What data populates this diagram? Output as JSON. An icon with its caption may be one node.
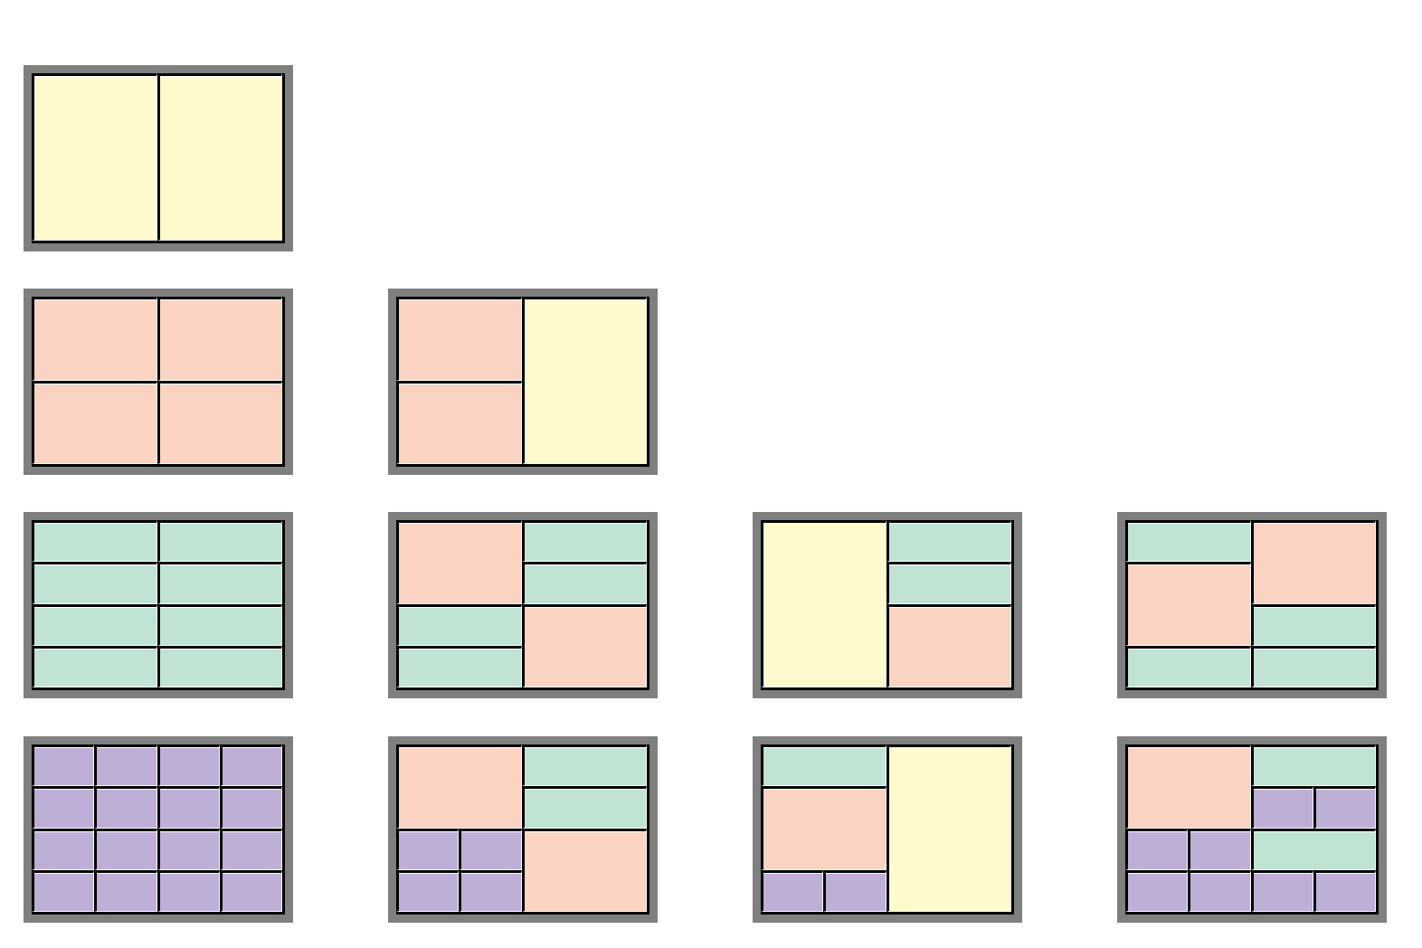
{
  "diagram": {
    "nodes": [
      {
        "text": [],
        "shape": "box"
      },
      {
        "text": [],
        "shape": "box",
        "in": 0
      },
      {
        "text": [],
        "shape": "box",
        "in": 0
      },
      {
        "text": [],
        "shape": "box"
      },
      {
        "text": [],
        "shape": "box",
        "in": 3
      },
      {
        "text": [],
        "shape": "box",
        "in": 3
      },
      {
        "text": [],
        "shape": "box",
        "in": 3
      },
      {
        "text": [],
        "shape": "box",
        "in": 3
      },
      {
        "text": [],
        "shape": "box"
      },
      {
        "text": [],
        "shape": "box",
        "in": 8
      },
      {
        "text": [],
        "shape": "box",
        "in": 8
      },
      {
        "text": [],
        "shape": "box",
        "in": 8
      },
      {
        "text": [],
        "shape": "box"
      },
      {
        "text": [],
        "shape": "box",
        "in": 12
      },
      {
        "text": [],
        "shape": "box",
        "in": 12
      },
      {
        "text": [],
        "shape": "box",
        "in": 12
      },
      {
        "text": [],
        "shape": "box",
        "in": 12
      },
      {
        "text": [],
        "shape": "box",
        "in": 12
      },
      {
        "text": [],
        "shape": "box",
        "in": 12
      },
      {
        "text": [],
        "shape": "box",
        "in": 12
      },
      {
        "text": [],
        "shape": "box",
        "in": 12
      },
      {
        "text": [],
        "shape": "box"
      },
      {
        "text": [],
        "shape": "box",
        "in": 21
      },
      {
        "text": [],
        "shape": "box",
        "in": 21
      },
      {
        "text": [],
        "shape": "box",
        "in": 21
      },
      {
        "text": [],
        "shape": "box",
        "in": 21
      },
      {
        "text": [],
        "shape": "box",
        "in": 21
      },
      {
        "text": [],
        "shape": "box",
        "in": 21
      },
      {
        "text": [],
        "shape": "box"
      },
      {
        "text": [],
        "shape": "box",
        "in": 28
      },
      {
        "text": [],
        "shape": "box",
        "in": 28
      },
      {
        "text": [],
        "shape": "box",
        "in": 28
      },
      {
        "text": [],
        "shape": "box",
        "in": 28
      },
      {
        "text": [],
        "shape": "box"
      },
      {
        "text": [],
        "shape": "box",
        "in": 33
      },
      {
        "text": [],
        "shape": "box",
        "in": 33
      },
      {
        "text": [],
        "shape": "box",
        "in": 33
      },
      {
        "text": [],
        "shape": "box",
        "in": 33
      },
      {
        "text": [],
        "shape": "box",
        "in": 33
      },
      {
        "text": [],
        "shape": "box",
        "in": 33
      },
      {
        "text": [],
        "shape": "box"
      },
      {
        "text": [],
        "shape": "box",
        "in": 40
      },
      {
        "text": [],
        "shape": "box",
        "in": 40
      },
      {
        "text": [],
        "shape": "box",
        "in": 40
      },
      {
        "text": [],
        "shape": "box",
        "in": 40
      },
      {
        "text": [],
        "shape": "box",
        "in": 40
      },
      {
        "text": [],
        "shape": "box",
        "in": 40
      },
      {
        "text": [],
        "shape": "box",
        "in": 40
      },
      {
        "text": [],
        "shape": "box",
        "in": 40
      },
      {
        "text": [],
        "shape": "box",
        "in": 40
      },
      {
        "text": [],
        "shape": "box",
        "in": 40
      },
      {
        "text": [],
        "shape": "box",
        "in": 40
      },
      {
        "text": [],
        "shape": "box",
        "in": 40
      },
      {
        "text": [],
        "shape": "box",
        "in": 40
      },
      {
        "text": [],
        "shape": "box",
        "in": 40
      },
      {
        "text": [],
        "shape": "box",
        "in": 40
      },
      {
        "text": [],
        "shape": "box",
        "in": 40
      },
      {
        "text": [],
        "shape": "box"
      },
      {
        "text": [],
        "shape": "box",
        "in": 57
      },
      {
        "text": [],
        "shape": "box",
        "in": 57
      },
      {
        "text": [],
        "shape": "box",
        "in": 57
      },
      {
        "text": [],
        "shape": "box",
        "in": 57
      },
      {
        "text": [],
        "shape": "box",
        "in": 57
      },
      {
        "text": [],
        "shape": "box",
        "in": 57
      },
      {
        "text": [],
        "shape": "box",
        "in": 57
      },
      {
        "text": [],
        "shape": "box",
        "in": 57
      },
      {
        "text": [],
        "shape": "box"
      },
      {
        "text": [],
        "shape": "box",
        "in": 66
      },
      {
        "text": [],
        "shape": "box",
        "in": 66
      },
      {
        "text": [],
        "shape": "box",
        "in": 66
      },
      {
        "text": [],
        "shape": "box",
        "in": 66
      },
      {
        "text": [],
        "shape": "box",
        "in": 66
      },
      {
        "text": [],
        "shape": "box"
      },
      {
        "text": [],
        "shape": "box",
        "in": 72
      },
      {
        "text": [],
        "shape": "box",
        "in": 72
      },
      {
        "text": [],
        "shape": "box",
        "in": 72
      },
      {
        "text": [],
        "shape": "box",
        "in": 72
      },
      {
        "text": [],
        "shape": "box",
        "in": 72
      },
      {
        "text": [],
        "shape": "box",
        "in": 72
      },
      {
        "text": [],
        "shape": "box",
        "in": 72
      },
      {
        "text": [],
        "shape": "box",
        "in": 72
      },
      {
        "text": [],
        "shape": "box",
        "in": 72
      },
      {
        "text": [],
        "shape": "box",
        "in": 72
      },
      {
        "text": [],
        "shape": "box",
        "in": 72
      }
    ]
  }
}
